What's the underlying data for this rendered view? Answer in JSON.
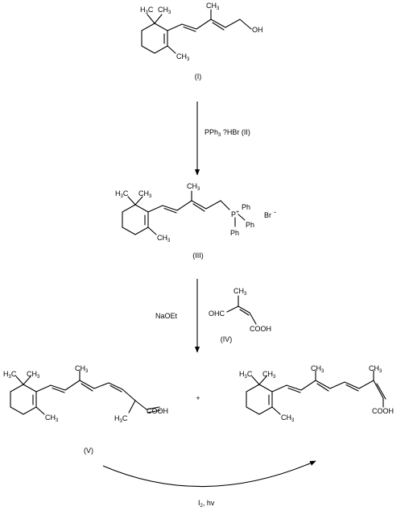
{
  "compounds": {
    "c1": {
      "label": "(I)",
      "oh": "OH",
      "ch3": "CH",
      "sub3": "3",
      "h3c": "H",
      "h3c_sub": "3",
      "c": "C"
    },
    "c3": {
      "label": "(III)",
      "p": "P",
      "plus": "+",
      "ph": "Ph",
      "br": "Br",
      "minus": "-"
    },
    "c4": {
      "label": "(IV)",
      "ohc": "OHC",
      "ch3": "CH",
      "sub3": "3",
      "cooh": "COOH"
    },
    "c5": {
      "label": "(V)",
      "cooh": "COOH"
    },
    "c6": {
      "cooh": "COOH"
    }
  },
  "reagents": {
    "step1_a": "PPh",
    "step1_sub": "3",
    "step1_b": " ?HBr  (II)",
    "step2": "NaOEt",
    "plus": "+",
    "step3_a": "I",
    "step3_sub": "2",
    "step3_b": ", hv"
  },
  "colors": {
    "ink": "#000000",
    "background": "#ffffff"
  }
}
